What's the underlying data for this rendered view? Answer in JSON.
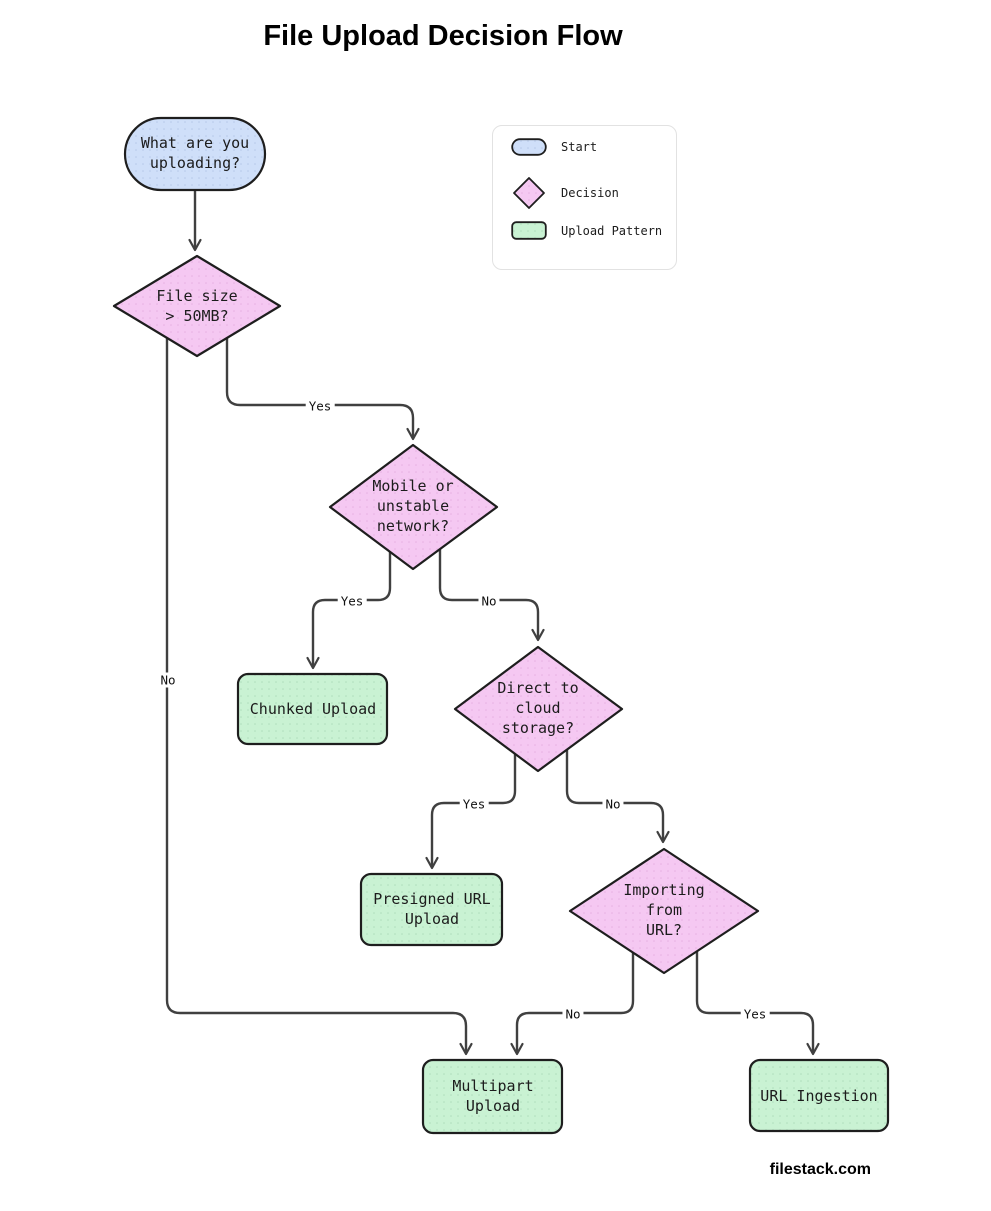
{
  "title": "File Upload Decision Flow",
  "watermark": "filestack.com",
  "legend": {
    "items": [
      {
        "label": "Start",
        "type": "start"
      },
      {
        "label": "Decision",
        "type": "decision"
      },
      {
        "label": "Upload Pattern",
        "type": "upload-pattern"
      }
    ]
  },
  "nodes": {
    "start": {
      "label": "What are you\nuploading?",
      "type": "start"
    },
    "d1": {
      "label": "File size\n> 50MB?",
      "type": "decision"
    },
    "d2": {
      "label": "Mobile or\nunstable\nnetwork?",
      "type": "decision"
    },
    "d3": {
      "label": "Direct to\ncloud\nstorage?",
      "type": "decision"
    },
    "d4": {
      "label": "Importing\nfrom\nURL?",
      "type": "decision"
    },
    "chunked": {
      "label": "Chunked Upload",
      "type": "upload-pattern"
    },
    "presigned": {
      "label": "Presigned URL\nUpload",
      "type": "upload-pattern"
    },
    "multipart": {
      "label": "Multipart\nUpload",
      "type": "upload-pattern"
    },
    "url_ingestion": {
      "label": "URL Ingestion",
      "type": "upload-pattern"
    }
  },
  "edge_labels": {
    "d1_yes": "Yes",
    "d1_no": "No",
    "d2_yes": "Yes",
    "d2_no": "No",
    "d3_yes": "Yes",
    "d3_no": "No",
    "d4_no": "No",
    "d4_yes": "Yes"
  },
  "colors": {
    "start_fill": "#cfdff9",
    "decision_fill": "#f5c8f2",
    "pattern_fill": "#c9f2d3",
    "edge_line": "#404040",
    "node_border": "#1e1e1e"
  }
}
